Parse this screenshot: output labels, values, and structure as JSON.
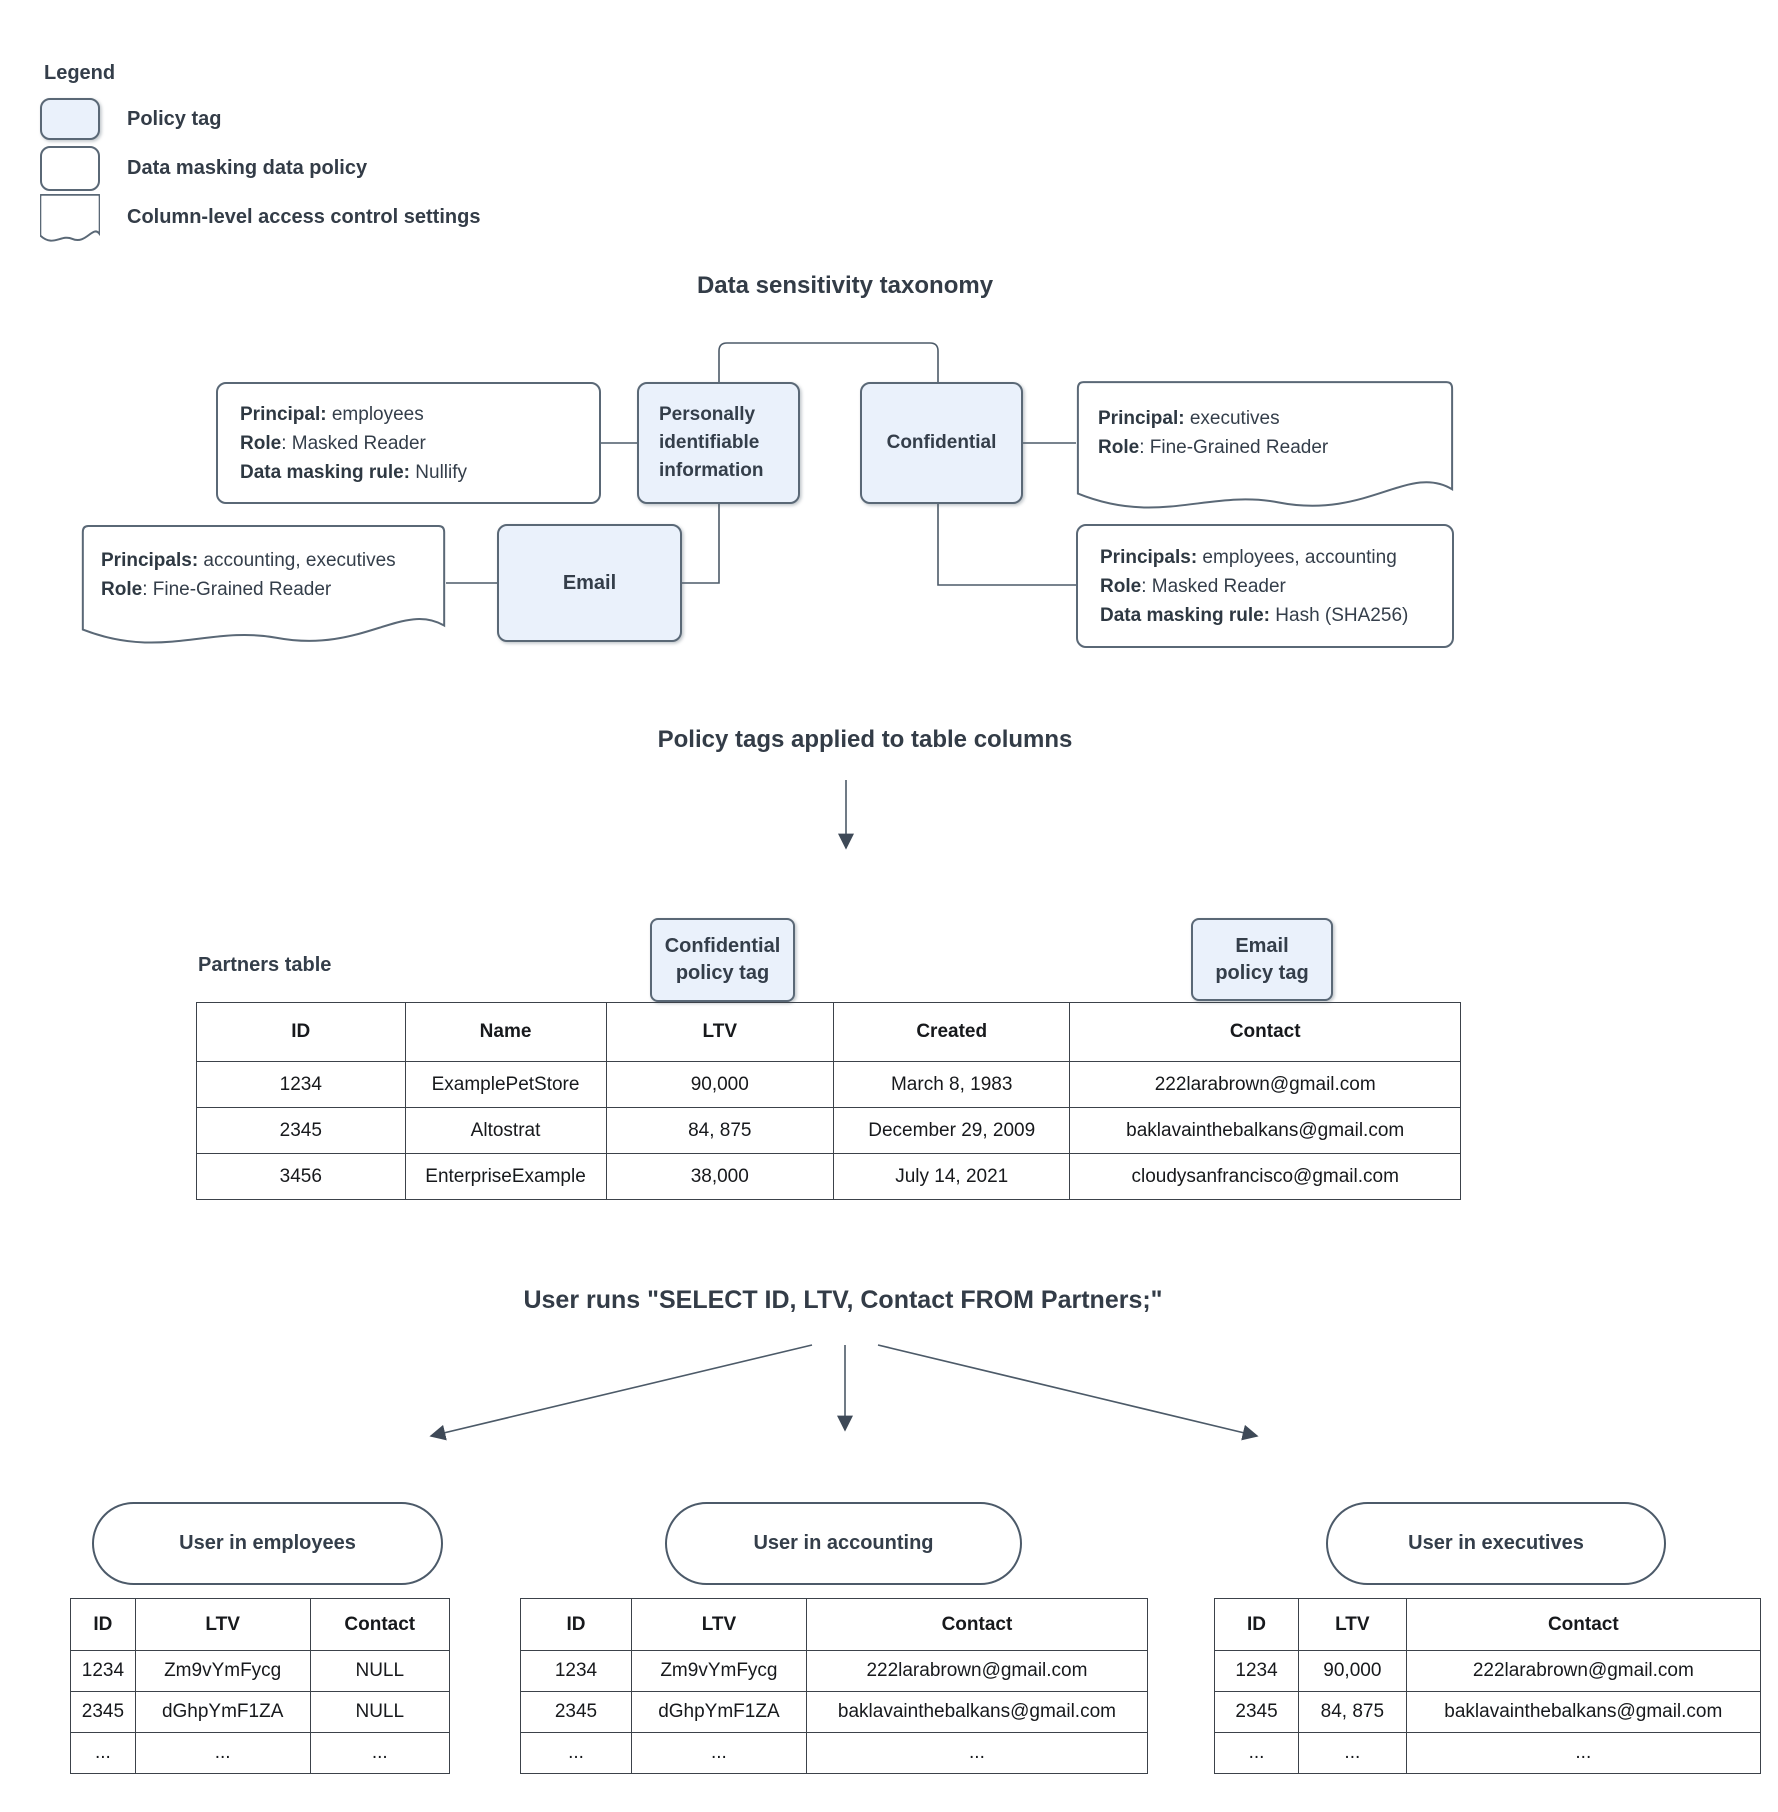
{
  "colors": {
    "policy_tag_fill": "#eaf1fb",
    "shape_stroke": "#5a6876",
    "heading_text": "#333c47",
    "connector": "#3e4957",
    "table_border": "#3c424a"
  },
  "legend": {
    "title": "Legend",
    "items": [
      {
        "swatch": "policy-tag",
        "label": "Policy tag"
      },
      {
        "swatch": "data-masking-policy",
        "label": "Data masking data policy"
      },
      {
        "swatch": "column-access-settings",
        "label": "Column-level access control settings"
      }
    ]
  },
  "taxonomy": {
    "title": "Data sensitivity taxonomy",
    "nodes": {
      "pii": {
        "label": "Personally identifiable information"
      },
      "confidential": {
        "label": "Confidential"
      },
      "email": {
        "label": "Email"
      }
    },
    "policies": {
      "employees_nullify": {
        "lines": [
          {
            "b": "Principal:",
            "r": " employees"
          },
          {
            "b": "Role",
            "r": ": Masked Reader"
          },
          {
            "b": "Data masking rule:",
            "r": " Nullify"
          }
        ]
      },
      "executives_fine_grained": {
        "lines": [
          {
            "b": "Principal:",
            "r": " executives"
          },
          {
            "b": "Role",
            "r": ": Fine-Grained Reader"
          }
        ]
      },
      "accounting_executives_fine_grained": {
        "lines": [
          {
            "b": "Principals:",
            "r": " accounting, executives"
          },
          {
            "b": "Role",
            "r": ": Fine-Grained Reader"
          }
        ]
      },
      "employees_accounting_hash": {
        "lines": [
          {
            "b": "Principals:",
            "r": " employees, accounting"
          },
          {
            "b": "Role",
            "r": ": Masked Reader"
          },
          {
            "b": "Data masking rule:",
            "r": " Hash (SHA256)"
          }
        ]
      }
    }
  },
  "policy_section": {
    "title": "Policy tags applied to table columns",
    "partners_label": "Partners table",
    "confidential_tag": {
      "lines": [
        "Confidential",
        "policy tag"
      ]
    },
    "email_tag": {
      "lines": [
        "Email",
        "policy tag"
      ]
    },
    "table": {
      "headers": [
        "ID",
        "Name",
        "LTV",
        "Created",
        "Contact"
      ],
      "rows": [
        [
          "1234",
          "ExamplePetStore",
          "90,000",
          "March 8, 1983",
          "222larabrown@gmail.com"
        ],
        [
          "2345",
          "Altostrat",
          "84, 875",
          "December 29, 2009",
          "baklavainthebalkans@gmail.com"
        ],
        [
          "3456",
          "EnterpriseExample",
          "38,000",
          "July 14, 2021",
          "cloudysanfrancisco@gmail.com"
        ]
      ]
    }
  },
  "query_section": {
    "title": "User runs \"SELECT ID, LTV, Contact FROM Partners;\"",
    "results": [
      {
        "group": "User in employees",
        "table": {
          "headers": [
            "ID",
            "LTV",
            "Contact"
          ],
          "rows": [
            [
              "1234",
              "Zm9vYmFycg",
              "NULL"
            ],
            [
              "2345",
              "dGhpYmF1ZA",
              "NULL"
            ],
            [
              "...",
              "...",
              "..."
            ]
          ]
        }
      },
      {
        "group": "User in accounting",
        "table": {
          "headers": [
            "ID",
            "LTV",
            "Contact"
          ],
          "rows": [
            [
              "1234",
              "Zm9vYmFycg",
              "222larabrown@gmail.com"
            ],
            [
              "2345",
              "dGhpYmF1ZA",
              "baklavainthebalkans@gmail.com"
            ],
            [
              "...",
              "...",
              "..."
            ]
          ]
        }
      },
      {
        "group": "User in executives",
        "table": {
          "headers": [
            "ID",
            "LTV",
            "Contact"
          ],
          "rows": [
            [
              "1234",
              "90,000",
              "222larabrown@gmail.com"
            ],
            [
              "2345",
              "84, 875",
              "baklavainthebalkans@gmail.com"
            ],
            [
              "...",
              "...",
              "..."
            ]
          ]
        }
      }
    ]
  }
}
